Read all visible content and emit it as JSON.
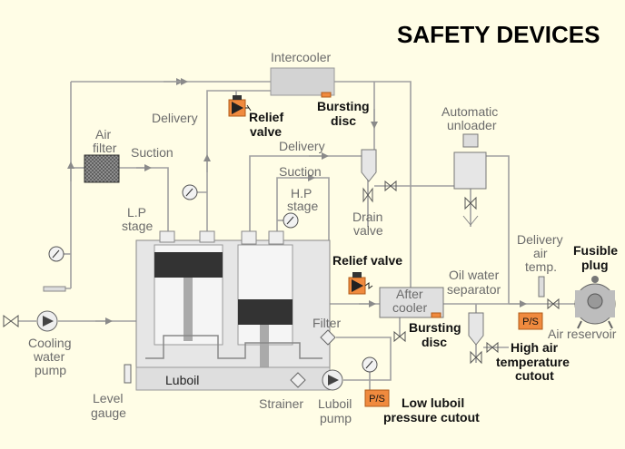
{
  "title": "SAFETY DEVICES",
  "labels": {
    "intercooler": "Intercooler",
    "delivery_top": "Delivery",
    "delivery_mid": "Delivery",
    "air_filter_1": "Air",
    "air_filter_2": "filter",
    "suction_left": "Suction",
    "suction_mid": "Suction",
    "lp_stage_1": "L.P",
    "lp_stage_2": "stage",
    "hp_stage_1": "H.P",
    "hp_stage_2": "stage",
    "drain_valve_1": "Drain",
    "drain_valve_2": "valve",
    "auto_unloader_1": "Automatic",
    "auto_unloader_2": "unloader",
    "delivery_air_temp_1": "Delivery",
    "delivery_air_temp_2": "air",
    "delivery_air_temp_3": "temp.",
    "oil_water_sep_1": "Oil water",
    "oil_water_sep_2": "separator",
    "after_cooler_1": "After",
    "after_cooler_2": "cooler",
    "air_reservoir": "Air reservoir",
    "filter": "Filter",
    "cooling_pump_1": "Cooling",
    "cooling_pump_2": "water",
    "cooling_pump_3": "pump",
    "luboil": "Luboil",
    "level_gauge_1": "Level",
    "level_gauge_2": "gauge",
    "strainer": "Strainer",
    "luboil_pump_1": "Luboil",
    "luboil_pump_2": "pump",
    "ps_tag": "P/S"
  },
  "safety_labels": {
    "relief_valve_top_1": "Relief",
    "relief_valve_top_2": "valve",
    "bursting_disc_top_1": "Bursting",
    "bursting_disc_top_2": "disc",
    "relief_valve_mid": "Relief valve",
    "bursting_disc_bottom_1": "Bursting",
    "bursting_disc_bottom_2": "disc",
    "fusible_plug_1": "Fusible",
    "fusible_plug_2": "plug",
    "high_air_temp_1": "High air",
    "high_air_temp_2": "temperature",
    "high_air_temp_3": "cutout",
    "low_luboil_1": "Low luboil",
    "low_luboil_2": "pressure cutout"
  },
  "colors": {
    "background": "#fffde6",
    "pipe": "#a0a0a0",
    "component": "#e6e6e6",
    "safety_device": "#f08a3e",
    "piston": "#333333"
  }
}
